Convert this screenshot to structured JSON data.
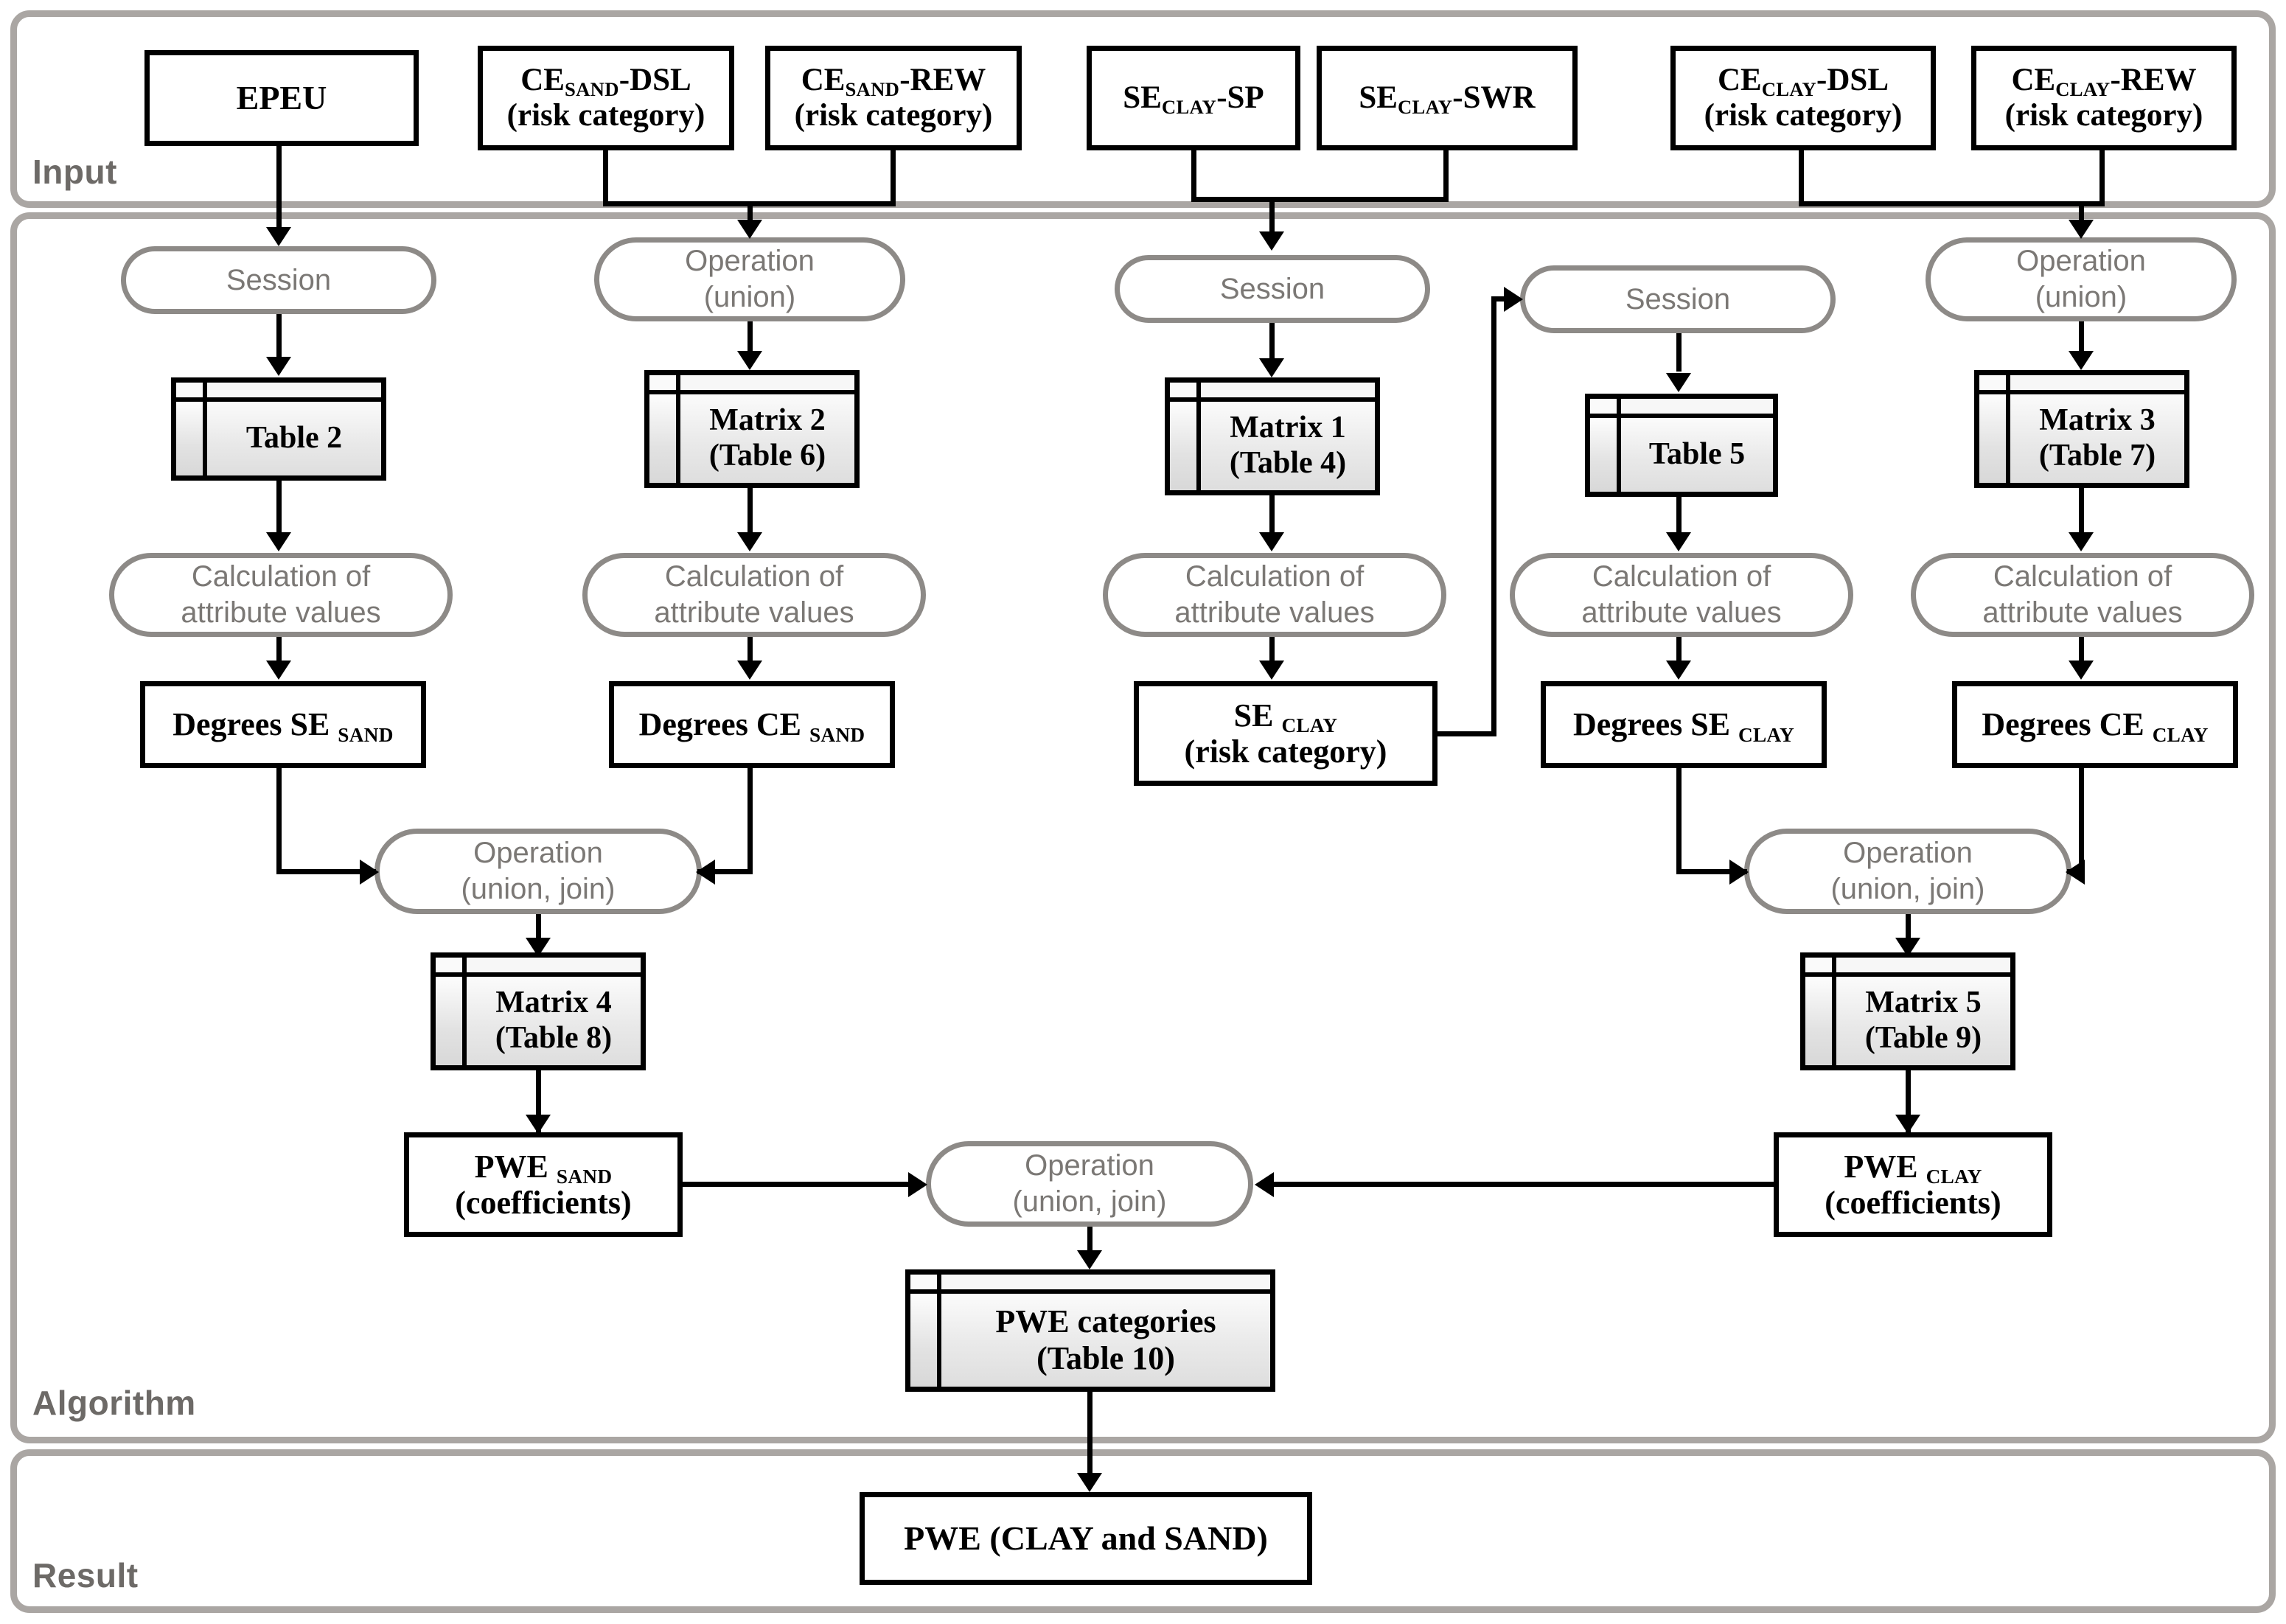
{
  "lanes": [
    {
      "label": "Input"
    },
    {
      "label": "Algorithm"
    },
    {
      "label": "Result"
    }
  ],
  "inputs": [
    {
      "line1": "EPEU",
      "line2": ""
    },
    {
      "line1": "CE",
      "sub": "SAND",
      "tail": "-DSL",
      "line2": "(risk category)"
    },
    {
      "line1": "CE",
      "sub": "SAND",
      "tail": "-REW",
      "line2": "(risk category)"
    },
    {
      "line1": "SE",
      "sub": "CLAY",
      "tail": "-SP",
      "line2": ""
    },
    {
      "line1": "SE",
      "sub": "CLAY",
      "tail": "-SWR",
      "line2": ""
    },
    {
      "line1": "CE",
      "sub": "CLAY",
      "tail": "-DSL",
      "line2": "(risk category)"
    },
    {
      "line1": "CE",
      "sub": "CLAY",
      "tail": "-REW",
      "line2": "(risk category)"
    }
  ],
  "processes": {
    "session": "Session",
    "operation_union_l1": "Operation",
    "operation_union_l2": "(union)",
    "calc_l1": "Calculation of",
    "calc_l2": "attribute values",
    "operation_uj_l1": "Operation",
    "operation_uj_l2": "(union, join)"
  },
  "tables": [
    {
      "id": "t2",
      "line1": "Table 2",
      "line2": ""
    },
    {
      "id": "m2",
      "line1": "Matrix 2",
      "line2": "(Table 6)"
    },
    {
      "id": "m1",
      "line1": "Matrix 1",
      "line2": "(Table 4)"
    },
    {
      "id": "t5",
      "line1": "Table 5",
      "line2": ""
    },
    {
      "id": "m3",
      "line1": "Matrix 3",
      "line2": "(Table 7)"
    },
    {
      "id": "m4",
      "line1": "Matrix 4",
      "line2": "(Table 8)"
    },
    {
      "id": "m5",
      "line1": "Matrix 5",
      "line2": "(Table 9)"
    },
    {
      "id": "pwec",
      "line1": "PWE categories",
      "line2": "(Table 10)"
    }
  ],
  "results": {
    "degrees_se_sand_a": "Degrees SE ",
    "degrees_se_sand_b": "SAND",
    "degrees_ce_sand_a": "Degrees CE ",
    "degrees_ce_sand_b": "SAND",
    "se_clay_a": "SE ",
    "se_clay_b": "CLAY",
    "se_clay_line2": "(risk category)",
    "degrees_se_clay_a": "Degrees SE ",
    "degrees_se_clay_b": "CLAY",
    "degrees_ce_clay_a": "Degrees CE ",
    "degrees_ce_clay_b": "CLAY",
    "pwe_sand_a": "PWE ",
    "pwe_sand_b": "SAND",
    "pwe_sand_line2": "(coefficients)",
    "pwe_clay_a": "PWE ",
    "pwe_clay_b": "CLAY",
    "pwe_clay_line2": "(coefficients)",
    "final": "PWE (CLAY and SAND)"
  },
  "colors": {
    "lane_border": "#aaa6a3",
    "lane_label": "#6d6a67",
    "process_border": "#8d8a87",
    "process_text": "#7b7875",
    "hard_border": "#000000",
    "table_fill": "#e6e6e6"
  }
}
